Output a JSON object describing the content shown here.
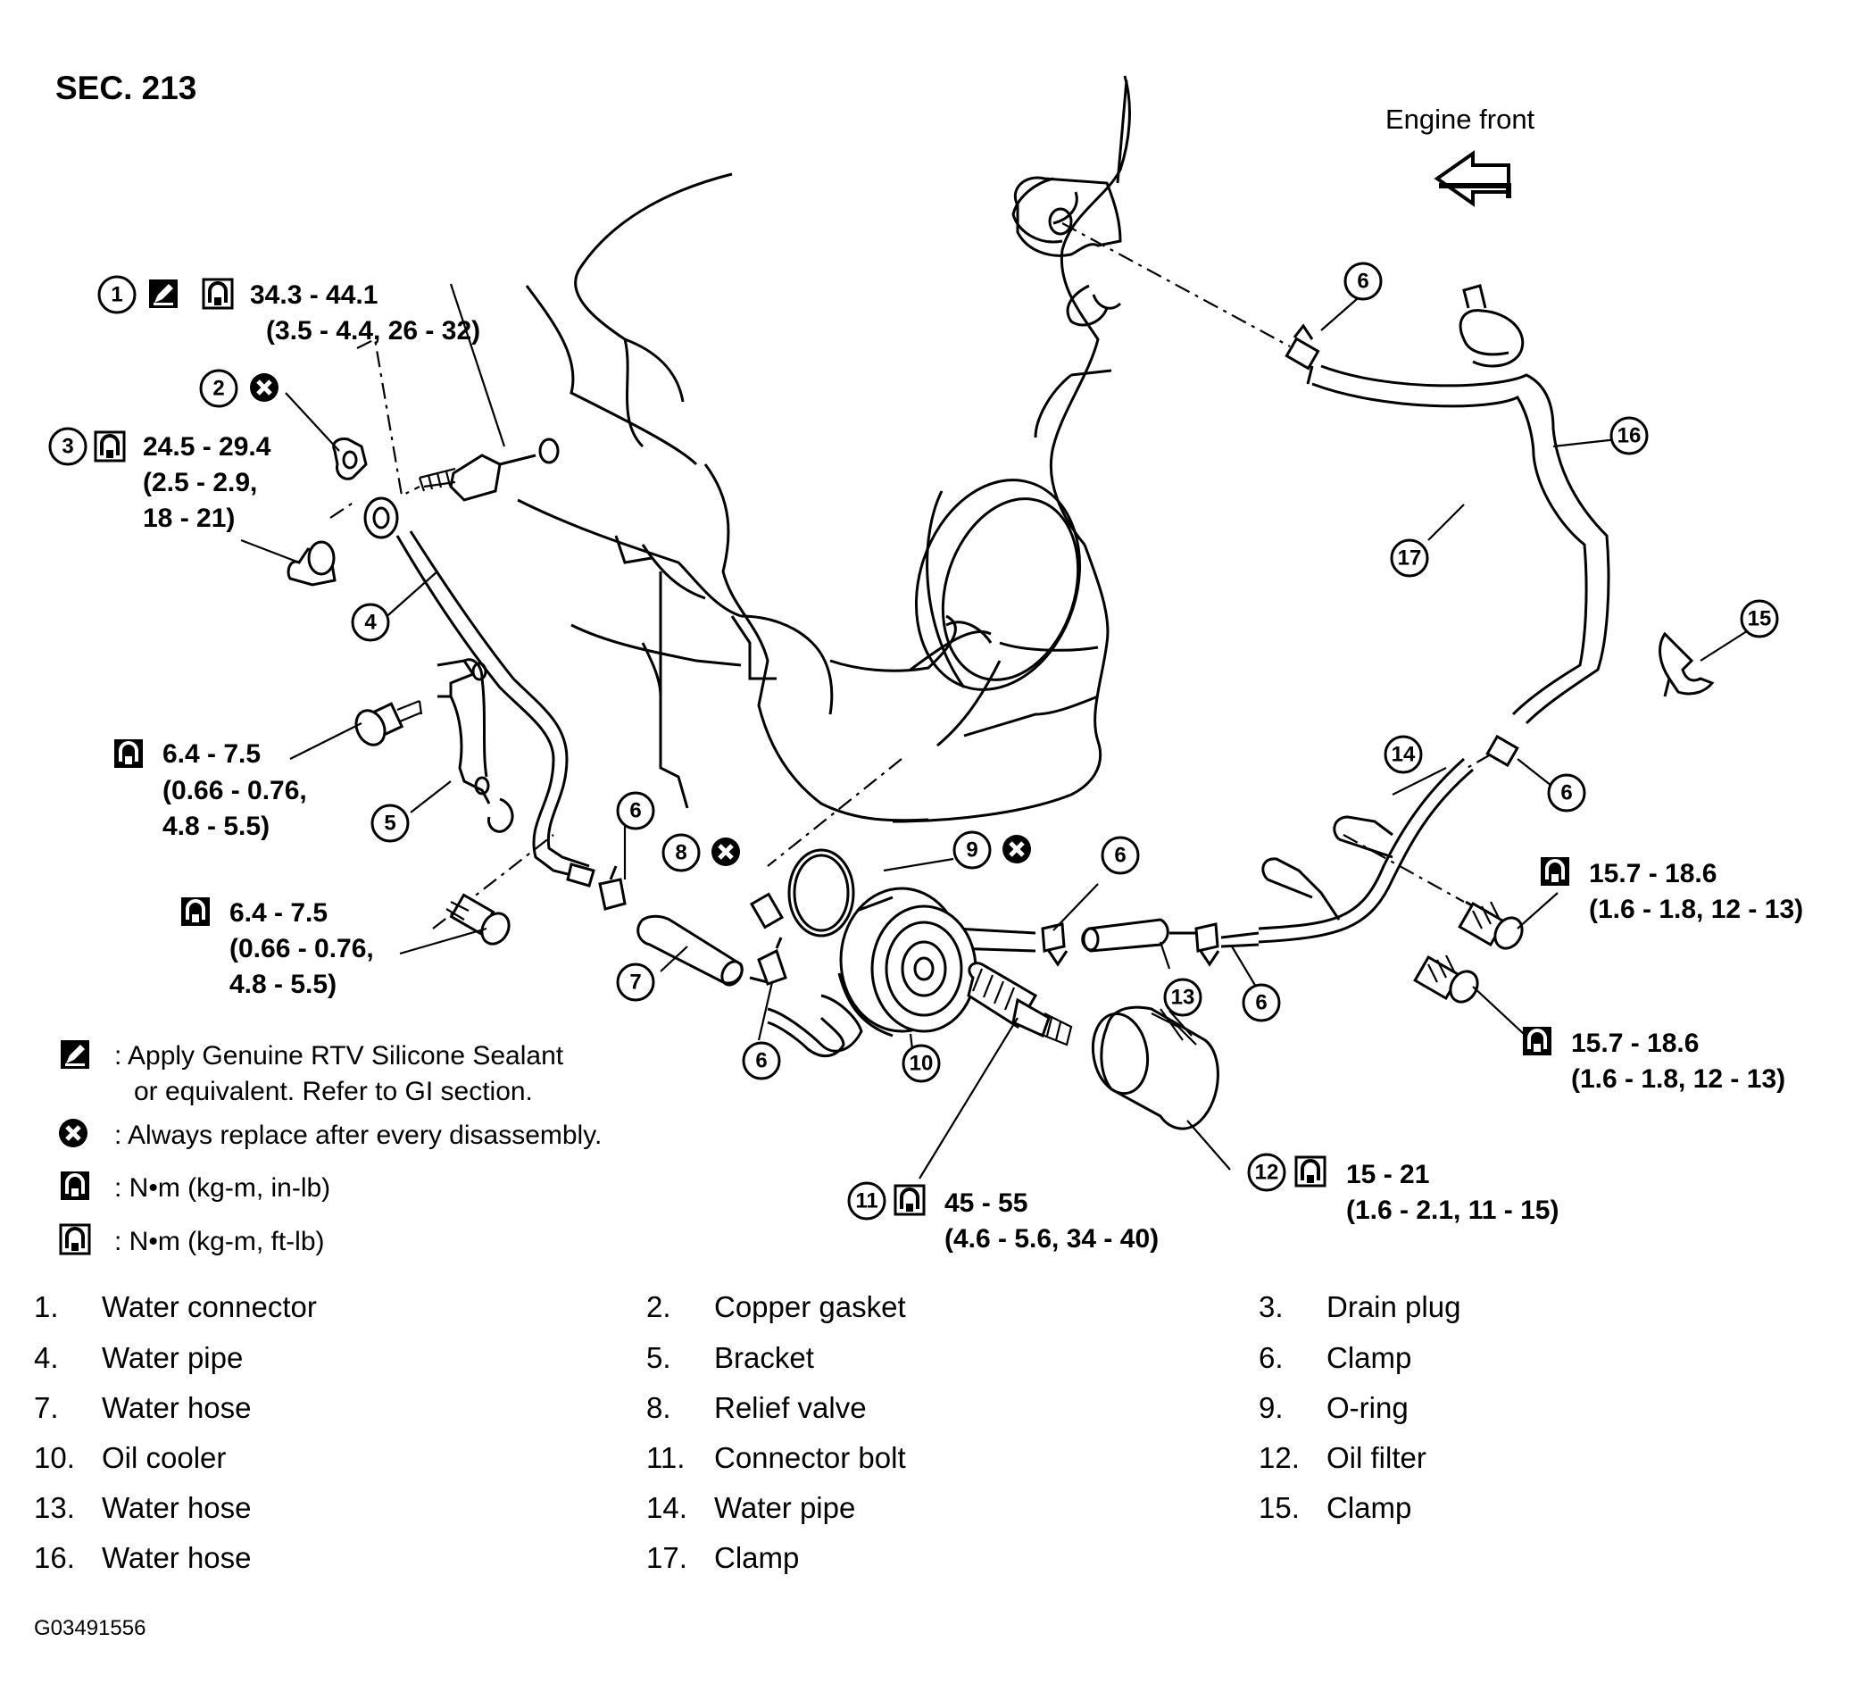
{
  "section": "SEC. 213",
  "engine_front": "Engine front",
  "figure_id": "G03491556",
  "callouts": {
    "c1": "1",
    "c2": "2",
    "c3": "3",
    "c4": "4",
    "c5": "5",
    "c6": "6",
    "c7": "7",
    "c8": "8",
    "c9": "9",
    "c10": "10",
    "c11": "11",
    "c12": "12",
    "c13": "13",
    "c14": "14",
    "c15": "15",
    "c16": "16",
    "c17": "17"
  },
  "torque": {
    "t1_a": "34.3 - 44.1",
    "t1_b": "(3.5 - 4.4, 26 - 32)",
    "t3_a": "24.5 - 29.4",
    "t3_b": "(2.5 - 2.9,",
    "t3_c": "18 - 21)",
    "t5a_a": "6.4 - 7.5",
    "t5a_b": "(0.66 - 0.76,",
    "t5a_c": "4.8 - 5.5)",
    "t5b_a": "6.4 - 7.5",
    "t5b_b": "(0.66 - 0.76,",
    "t5b_c": "4.8 - 5.5)",
    "t14a_a": "15.7 - 18.6",
    "t14a_b": "(1.6 - 1.8, 12 - 13)",
    "t14b_a": "15.7 - 18.6",
    "t14b_b": "(1.6 - 1.8, 12 - 13)",
    "t11_a": "45 - 55",
    "t11_b": "(4.6 - 5.6, 34 - 40)",
    "t12_a": "15 - 21",
    "t12_b": "(1.6 - 2.1, 11 - 15)"
  },
  "symbols": {
    "sealant_1": ": Apply Genuine RTV Silicone Sealant",
    "sealant_2": "or equivalent. Refer to GI section.",
    "replace": ": Always replace after every disassembly.",
    "inlb": ": N•m (kg-m, in-lb)",
    "ftlb": ": N•m (kg-m, ft-lb)"
  },
  "parts": [
    {
      "num": "1.",
      "name": "Water connector"
    },
    {
      "num": "2.",
      "name": "Copper gasket"
    },
    {
      "num": "3.",
      "name": "Drain plug"
    },
    {
      "num": "4.",
      "name": "Water pipe"
    },
    {
      "num": "5.",
      "name": "Bracket"
    },
    {
      "num": "6.",
      "name": "Clamp"
    },
    {
      "num": "7.",
      "name": "Water hose"
    },
    {
      "num": "8.",
      "name": "Relief valve"
    },
    {
      "num": "9.",
      "name": "O-ring"
    },
    {
      "num": "10.",
      "name": "Oil cooler"
    },
    {
      "num": "11.",
      "name": "Connector bolt"
    },
    {
      "num": "12.",
      "name": "Oil filter"
    },
    {
      "num": "13.",
      "name": "Water hose"
    },
    {
      "num": "14.",
      "name": "Water pipe"
    },
    {
      "num": "15.",
      "name": "Clamp"
    },
    {
      "num": "16.",
      "name": "Water hose"
    },
    {
      "num": "17.",
      "name": "Clamp"
    }
  ]
}
